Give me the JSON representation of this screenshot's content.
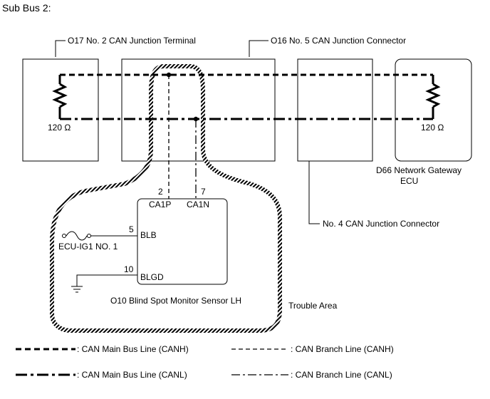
{
  "title": "Sub Bus 2:",
  "components": {
    "o17": {
      "label": "O17  No. 2 CAN Junction Terminal",
      "resistor": "120 Ω"
    },
    "o16": {
      "label": "O16  No. 5 CAN Junction Connector"
    },
    "no4": {
      "label": "No. 4 CAN Junction Connector"
    },
    "d66": {
      "label_line1": "D66  Network Gateway",
      "label_line2": "ECU",
      "resistor": "120 Ω"
    },
    "o10": {
      "label": "O10  Blind Spot Monitor Sensor LH",
      "pins": {
        "ca1p_num": "2",
        "ca1p": "CA1P",
        "ca1n_num": "7",
        "ca1n": "CA1N",
        "blb_num": "5",
        "blb": "BLB",
        "blgd_num": "10",
        "blgd": "BLGD"
      }
    },
    "fuse": {
      "label": "ECU-IG1 NO. 1"
    }
  },
  "trouble_area": "Trouble Area",
  "legend": {
    "main_canh": ": CAN Main Bus Line (CANH)",
    "branch_canh": ": CAN Branch Line (CANH)",
    "main_canl": ": CAN Main Bus Line (CANL)",
    "branch_canl": ": CAN Branch Line (CANL)"
  }
}
